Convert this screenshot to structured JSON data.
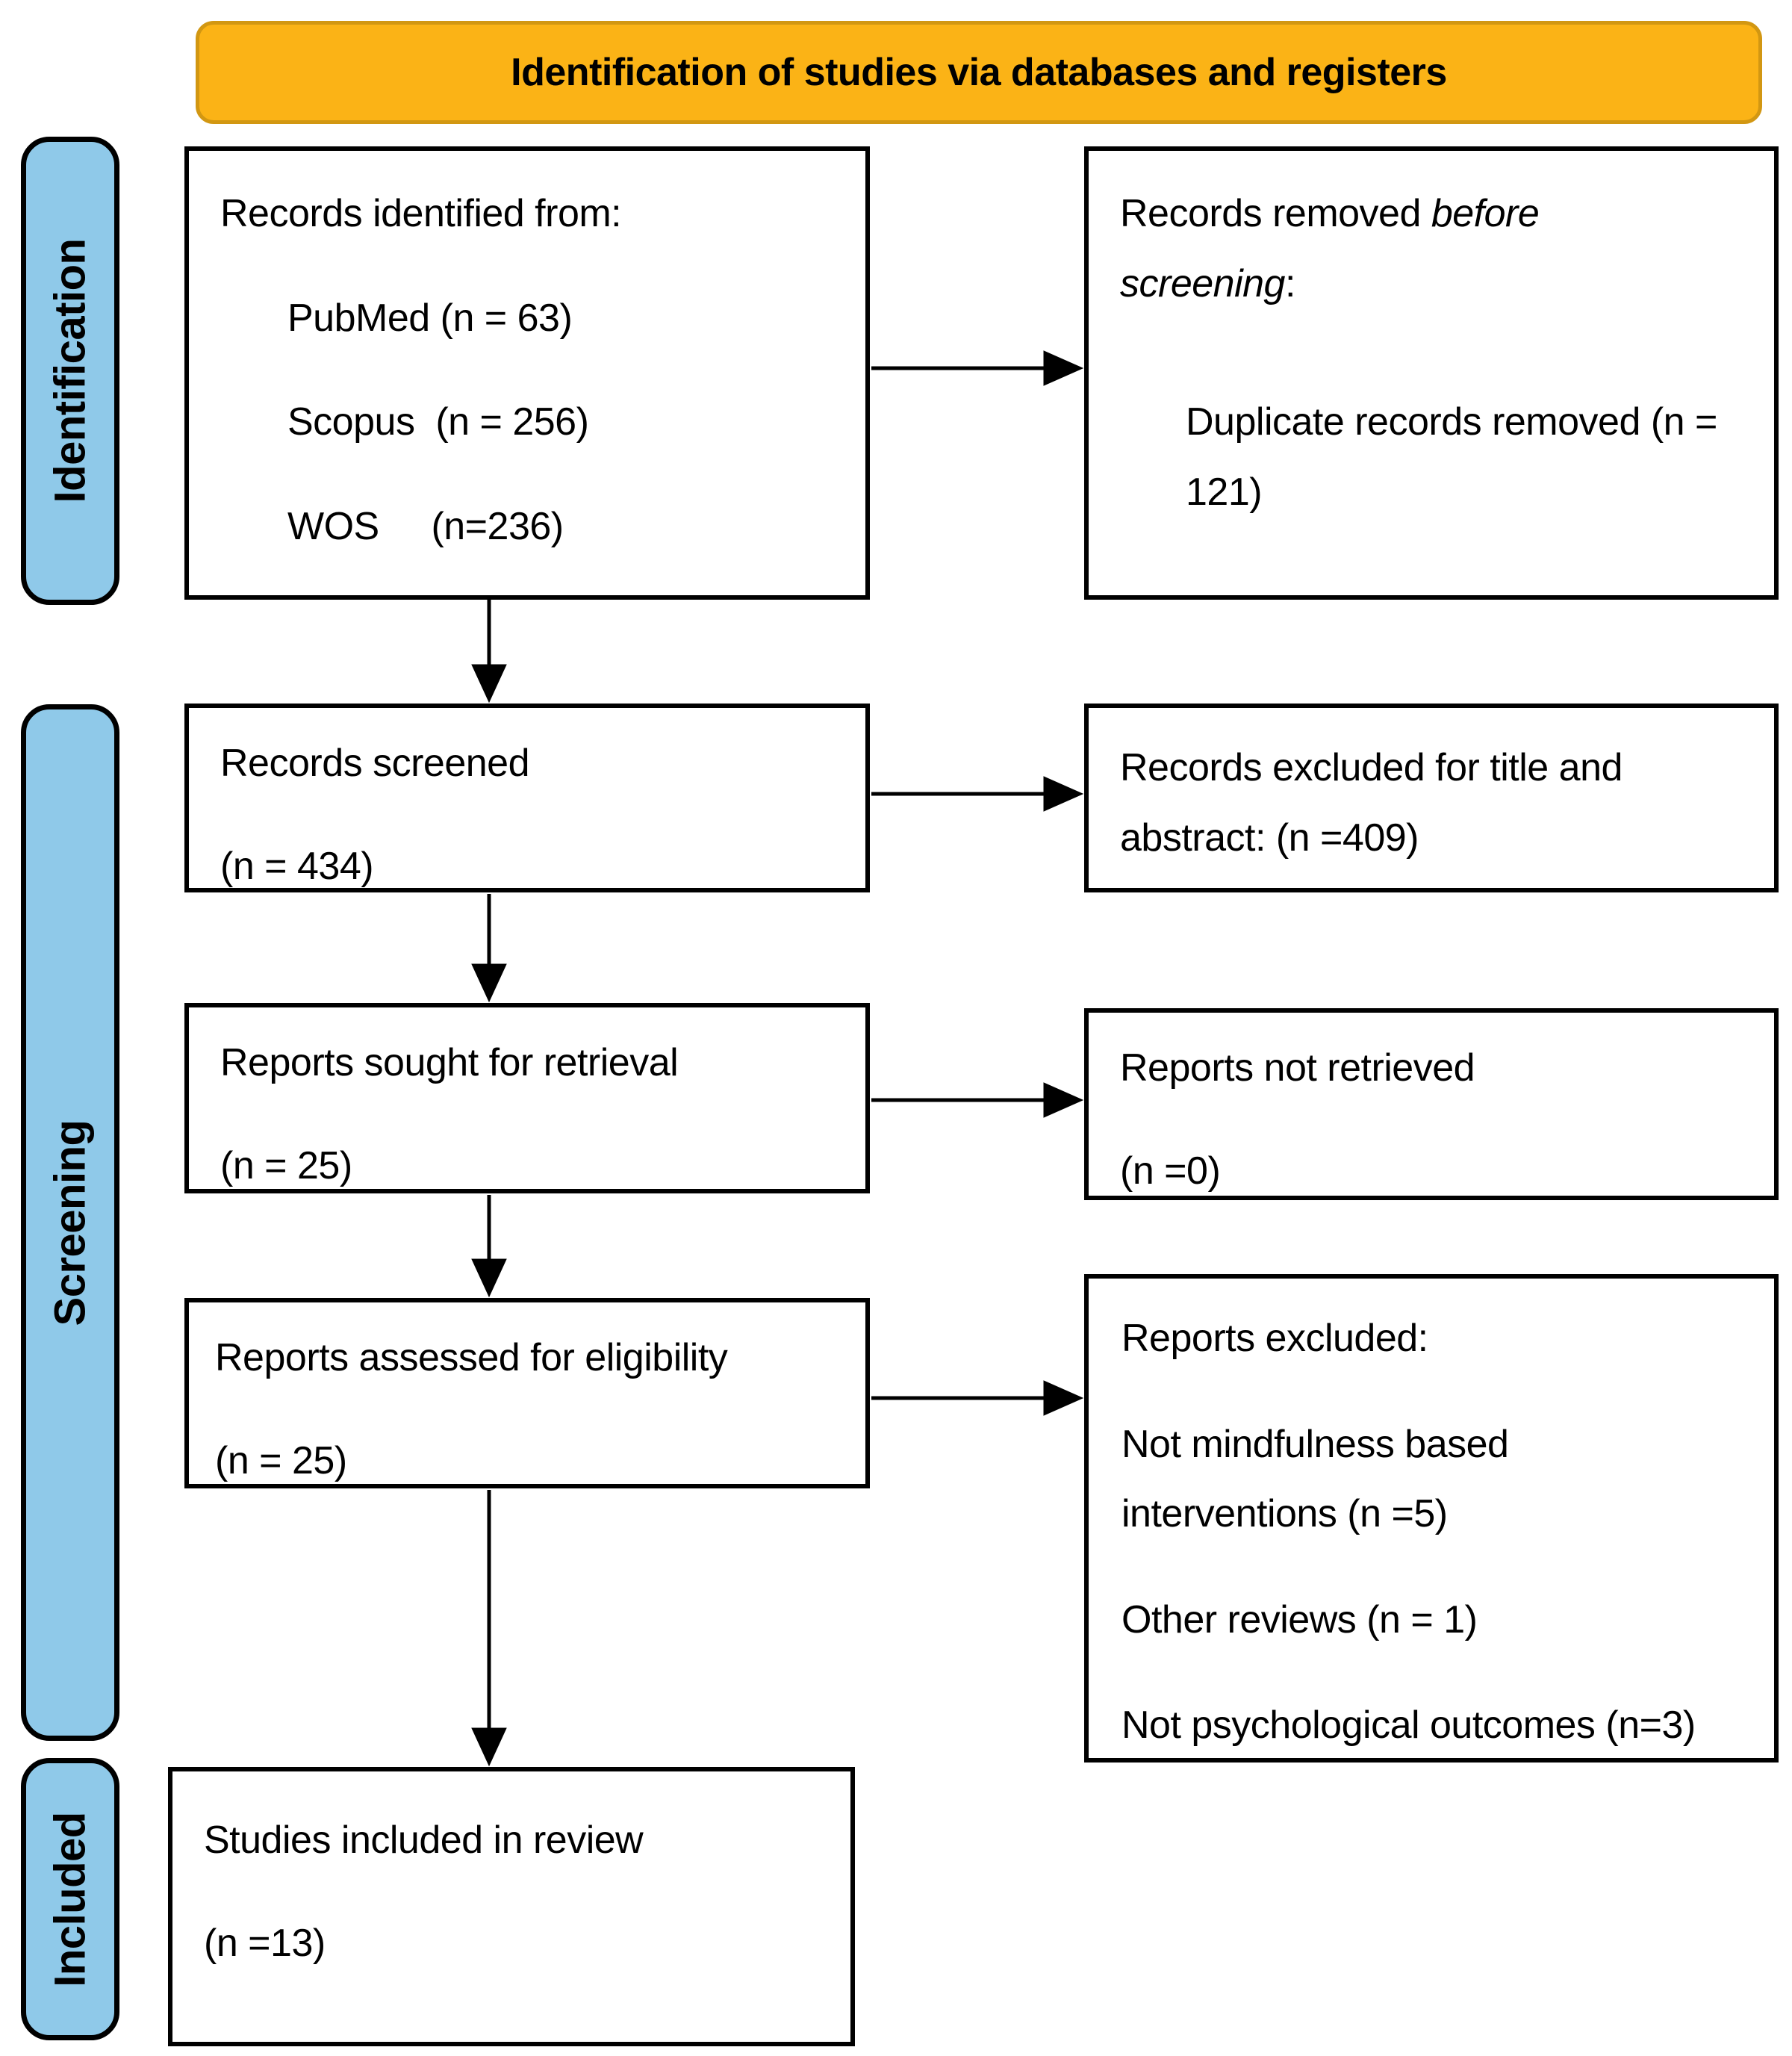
{
  "banner": {
    "title": "Identification of studies via databases and registers"
  },
  "sidebar": {
    "identification": "Identification",
    "screening": "Screening",
    "included": "Included"
  },
  "boxes": {
    "records_identified": {
      "heading": "Records identified from:",
      "sources": [
        "PubMed (n = 63)",
        "Scopus  (n = 256)",
        "WOS     (n=236)"
      ]
    },
    "records_removed": {
      "heading_prefix": "Records removed ",
      "heading_emphasis": "before screening",
      "heading_suffix": ":",
      "detail": "Duplicate records removed (n = 121)"
    },
    "records_screened": {
      "title": "Records screened",
      "count": "(n = 434)"
    },
    "records_excluded": {
      "text": "Records excluded for title and abstract: (n =409)"
    },
    "reports_sought": {
      "title": "Reports sought for retrieval",
      "count": "(n = 25)"
    },
    "reports_not_retrieved": {
      "title": "Reports not retrieved",
      "count": "(n =0)"
    },
    "reports_assessed": {
      "title": "Reports assessed for eligibility",
      "count": "(n = 25)"
    },
    "reports_excluded": {
      "heading": "Reports excluded:",
      "reasons": [
        "Not mindfulness based interventions  (n =5)",
        "Other reviews  (n = 1)",
        "Not psychological outcomes (n=3)"
      ]
    },
    "studies_included": {
      "title": "Studies included in review",
      "count": "(n =13)"
    }
  },
  "colors": {
    "banner_fill": "#FBB316",
    "banner_border": "#D29712",
    "stage_fill": "#8FC9E9",
    "box_border": "#000000",
    "arrow": "#000000"
  }
}
